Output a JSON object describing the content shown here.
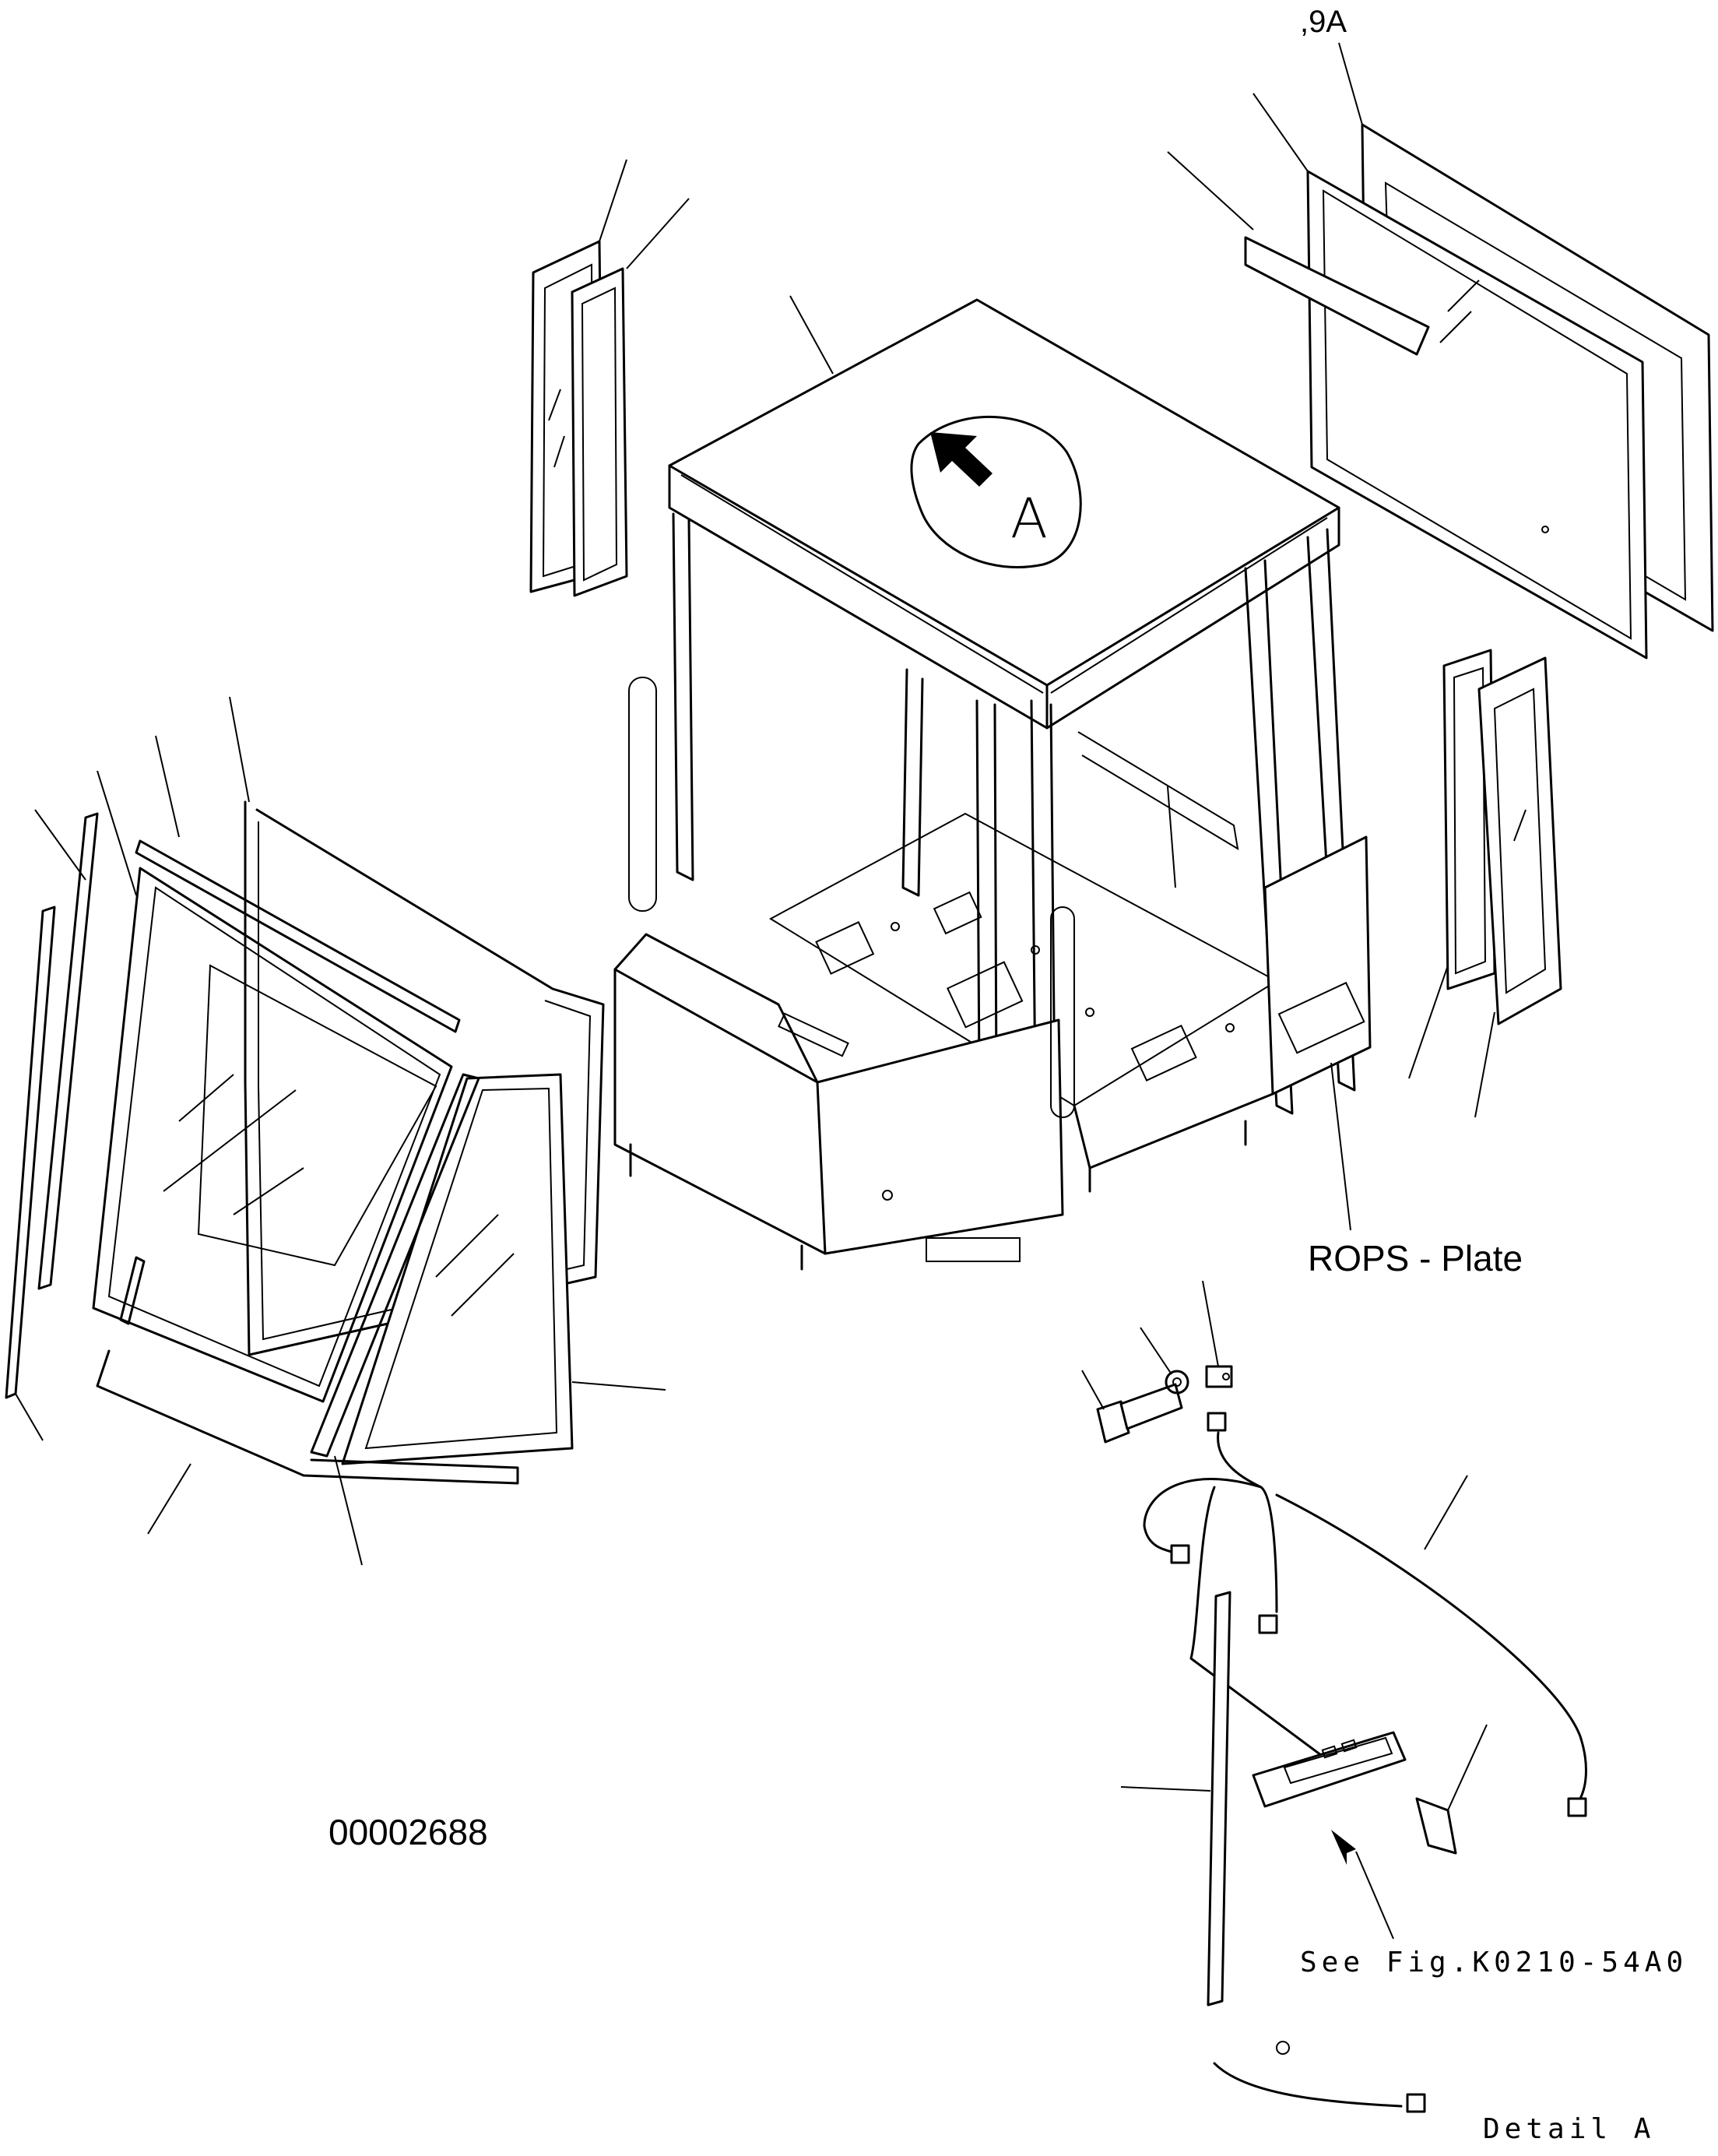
{
  "labels": {
    "part_9a": ",9A",
    "rops_plate": "ROPS - Plate",
    "drawing_number": "00002688",
    "see_fig": "See Fig.K0210-54A0",
    "detail_a": "Detail A",
    "view_marker": "A"
  },
  "colors": {
    "line": "#000000",
    "background": "#ffffff"
  }
}
